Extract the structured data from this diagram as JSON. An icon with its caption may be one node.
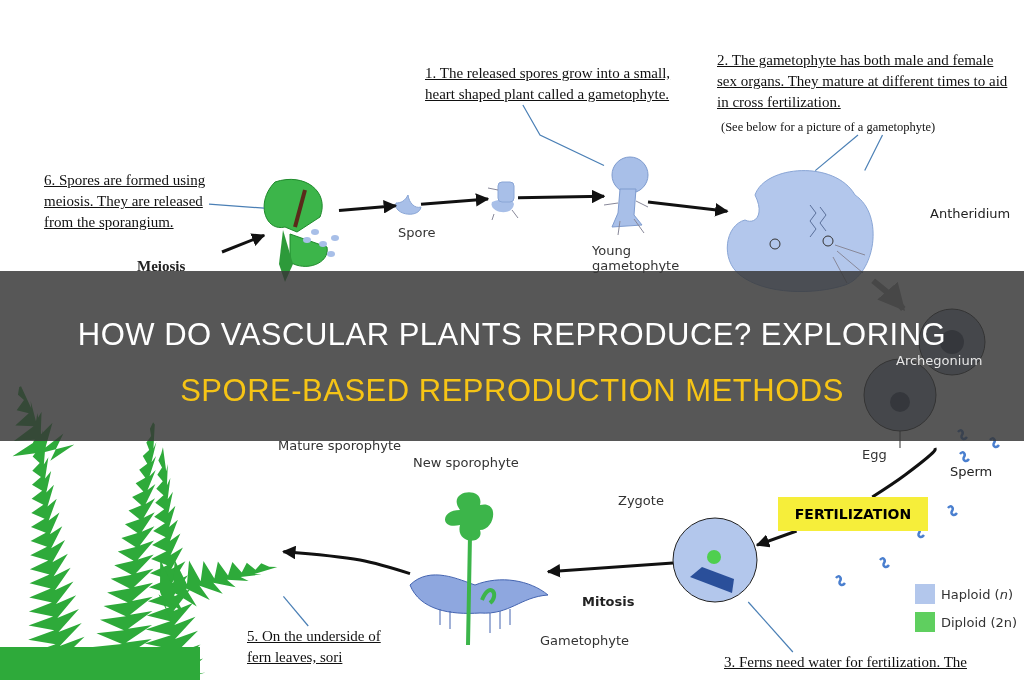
{
  "diagram": {
    "title": "HOW DO VASCULAR PLANTS REPRODUCE? EXPLORING SPORE-BASED REPRODUCTION METHODS",
    "nodes": [
      {
        "text": [
          "1. The released spores grow into a small, heart shaped plant called a gametophyte."
        ]
      },
      {
        "text": [
          "2. The gametophyte has both male and female sex organs. They mature at different times to aid in cross fertilization.",
          "(See below for a picture of a gametophyte)"
        ]
      },
      {
        "text": [
          "6. Spores are formed using meiosis. They are released from the sporangium."
        ]
      },
      {
        "text": [],
        "shape": "picture"
      },
      {
        "text": [],
        "shape": "picture",
        "beside": [
          "Spore"
        ]
      },
      {
        "text": [],
        "shape": "picture"
      },
      {
        "text": [],
        "shape": "picture",
        "beside": [
          "Young gametophyte"
        ]
      },
      {
        "text": [],
        "shape": "picture"
      },
      {
        "text": [],
        "shape": "picture",
        "beside": [
          "Egg"
        ]
      },
      {
        "text": [
          "FERTILIZATION"
        ]
      },
      {
        "text": [],
        "shape": "picture",
        "beside": [
          "Zygote"
        ]
      },
      {
        "text": [],
        "shape": "picture",
        "beside": [
          "New sporophyte",
          "Gametophyte"
        ]
      },
      {
        "text": [],
        "shape": "picture",
        "beside": [
          "Mature sporophyte"
        ]
      },
      {
        "text": [
          "5. On the underside of fern leaves, sori"
        ]
      },
      {
        "text": [
          "3. Ferns need water for fertilization. The"
        ]
      }
    ],
    "edges": [
      {
        "from": 3,
        "to": 4,
        "arrow": "to"
      },
      {
        "from": 4,
        "to": 5,
        "arrow": "to"
      },
      {
        "from": 5,
        "to": 6,
        "arrow": "to"
      },
      {
        "from": 6,
        "to": 7,
        "arrow": "to"
      },
      {
        "from": 7,
        "to": 8,
        "arrow": "to",
        "color": "#9a9a9a",
        "style": "thick"
      },
      {
        "from": 8,
        "to": 9,
        "arrow": "none"
      },
      {
        "from": 9,
        "to": 10,
        "arrow": "to"
      },
      {
        "from": 10,
        "to": 11,
        "arrow": "to"
      },
      {
        "from": 11,
        "to": 12,
        "arrow": "to"
      },
      {
        "from": null,
        "to": 3,
        "arrow": "to"
      },
      {
        "from": 2,
        "to": 3,
        "arrow": "none",
        "color": "#4a7fb5"
      },
      {
        "from": 0,
        "to": 6,
        "arrow": "none",
        "color": "#4a7fb5"
      },
      {
        "from": 1,
        "to": 7,
        "arrow": "none",
        "color": "#4a7fb5"
      },
      {
        "from": 1,
        "to": 7,
        "arrow": "none",
        "color": "#4a7fb5"
      },
      {
        "from": 13,
        "to": 12,
        "arrow": "none",
        "color": "#4a7fb5"
      },
      {
        "from": 14,
        "to": 10,
        "arrow": "none",
        "color": "#4a7fb5"
      }
    ],
    "labels": [
      "Meiosis",
      "Antheridium",
      "Archegonium",
      "Sperm",
      "Mitosis"
    ],
    "legend": [
      {
        "text": "Haploid (*n*)",
        "color": "#b3c7ec"
      },
      {
        "text": "Diploid (2n)",
        "color": "#5fcf5f"
      }
    ]
  }
}
